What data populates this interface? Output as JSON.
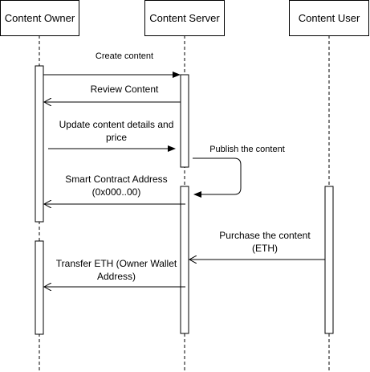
{
  "actors": {
    "owner": "Content Owner",
    "server": "Content Server",
    "user": "Content User"
  },
  "messages": {
    "m1": "Create content",
    "m2": "Review Content",
    "m3a": "Update content details and",
    "m3b": "price",
    "m4": "Publish the content",
    "m5a": "Smart Contract Address",
    "m5b": "(0x000..00)",
    "m6a": "Purchase the content",
    "m6b": "(ETH)",
    "m7a": "Transfer ETH (Owner Wallet",
    "m7b": "Address)"
  }
}
